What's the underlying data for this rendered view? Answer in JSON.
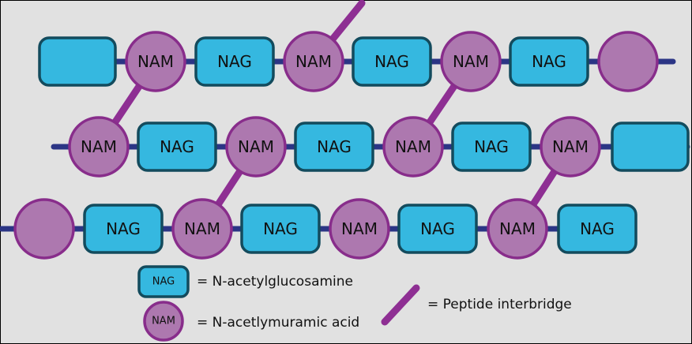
{
  "colors": {
    "background": "#e1e1e1",
    "border": "#000000",
    "nag_fill": "#35b8e0",
    "nag_stroke": "#134b5d",
    "nam_fill": "#ad78af",
    "nam_stroke": "#882d8b",
    "backbone": "#2b3585",
    "bridge": "#8e2f93"
  },
  "rows": [
    {
      "units": [
        {
          "type": "NAG",
          "label": ""
        },
        {
          "type": "NAM",
          "label": "NAM"
        },
        {
          "type": "NAG",
          "label": "NAG"
        },
        {
          "type": "NAM",
          "label": "NAM"
        },
        {
          "type": "NAG",
          "label": "NAG"
        },
        {
          "type": "NAM",
          "label": "NAM"
        },
        {
          "type": "NAG",
          "label": "NAG"
        },
        {
          "type": "NAM",
          "label": ""
        }
      ]
    },
    {
      "units": [
        {
          "type": "NAM",
          "label": "NAM"
        },
        {
          "type": "NAG",
          "label": "NAG"
        },
        {
          "type": "NAM",
          "label": "NAM"
        },
        {
          "type": "NAG",
          "label": "NAG"
        },
        {
          "type": "NAM",
          "label": "NAM"
        },
        {
          "type": "NAG",
          "label": "NAG"
        },
        {
          "type": "NAM",
          "label": "NAM"
        },
        {
          "type": "NAG",
          "label": ""
        }
      ]
    },
    {
      "units": [
        {
          "type": "NAM",
          "label": ""
        },
        {
          "type": "NAG",
          "label": "NAG"
        },
        {
          "type": "NAM",
          "label": "NAM"
        },
        {
          "type": "NAG",
          "label": "NAG"
        },
        {
          "type": "NAM",
          "label": "NAM"
        },
        {
          "type": "NAG",
          "label": "NAG"
        },
        {
          "type": "NAM",
          "label": "NAM"
        },
        {
          "type": "NAG",
          "label": "NAG"
        }
      ]
    }
  ],
  "legend": {
    "nag": {
      "symbol_label": "NAG",
      "text": "= N-acetylglucosamine"
    },
    "nam": {
      "symbol_label": "NAM",
      "text": "= N-acetlymuramic acid"
    },
    "bridge": {
      "text": "= Peptide interbridge"
    }
  }
}
